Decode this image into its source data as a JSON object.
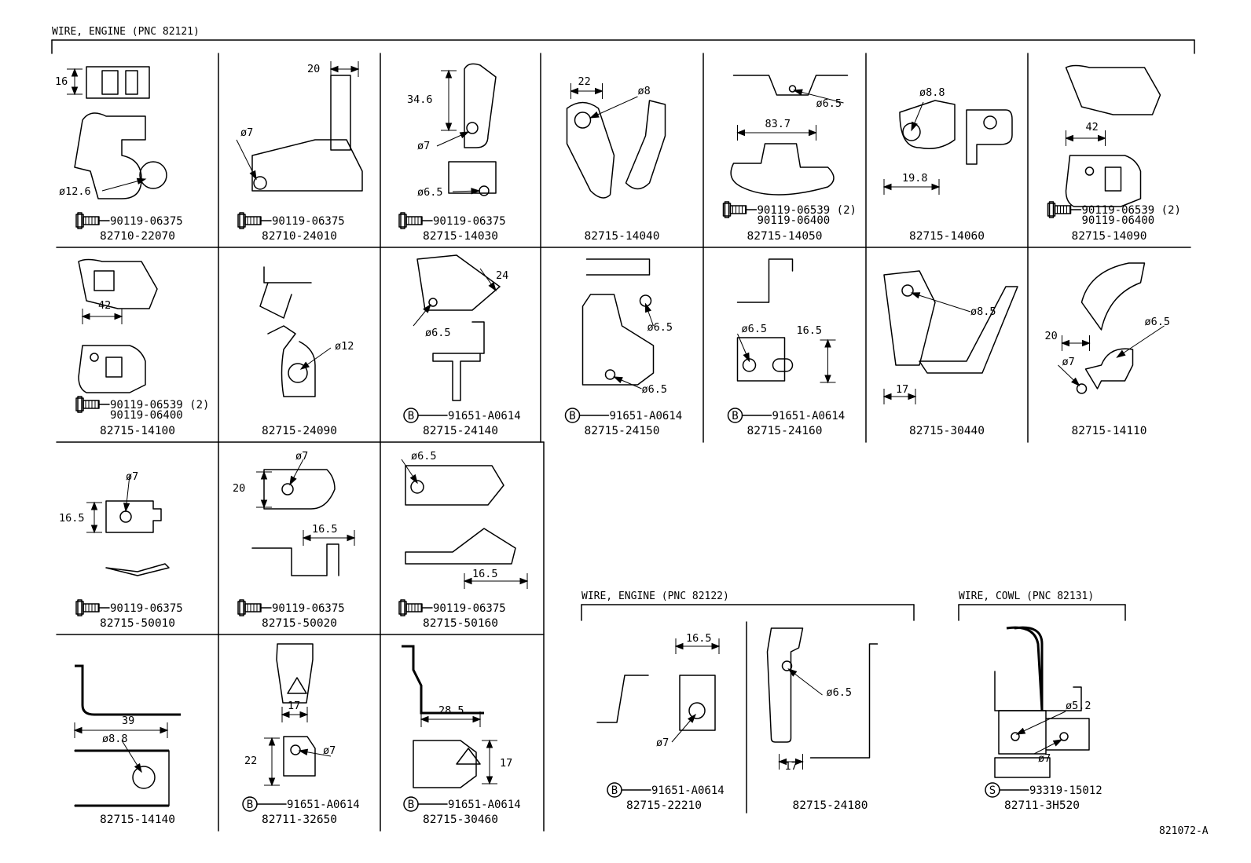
{
  "sections": [
    {
      "id": "s1",
      "title": "WIRE, ENGINE (PNC 82121)"
    },
    {
      "id": "s2",
      "title": "WIRE, ENGINE (PNC 82122)"
    },
    {
      "id": "s3",
      "title": "WIRE, COWL (PNC 82131)"
    }
  ],
  "figure_id": "821072-A",
  "cells": [
    {
      "part": "82710-22070",
      "fasteners": [
        {
          "icon": "bolt",
          "number": "90119-06375"
        }
      ],
      "dims": [
        "16",
        "ø12.6"
      ]
    },
    {
      "part": "82710-24010",
      "fasteners": [
        {
          "icon": "bolt",
          "number": "90119-06375"
        }
      ],
      "dims": [
        "20",
        "ø7"
      ]
    },
    {
      "part": "82715-14030",
      "fasteners": [
        {
          "icon": "bolt",
          "number": "90119-06375"
        }
      ],
      "dims": [
        "34.6",
        "ø7",
        "ø6.5"
      ]
    },
    {
      "part": "82715-14040",
      "fasteners": [],
      "dims": [
        "22",
        "ø8"
      ]
    },
    {
      "part": "82715-14050",
      "fasteners": [
        {
          "icon": "bolt",
          "number": "90119-06539 (2)"
        },
        {
          "icon": "",
          "number": "90119-06400"
        }
      ],
      "dims": [
        "ø6.5",
        "83.7"
      ]
    },
    {
      "part": "82715-14060",
      "fasteners": [],
      "dims": [
        "ø8.8",
        "19.8"
      ]
    },
    {
      "part": "82715-14090",
      "fasteners": [
        {
          "icon": "bolt",
          "number": "90119-06539 (2)"
        },
        {
          "icon": "",
          "number": "90119-06400"
        }
      ],
      "dims": [
        "42"
      ]
    },
    {
      "part": "82715-14100",
      "fasteners": [
        {
          "icon": "bolt",
          "number": "90119-06539 (2)"
        },
        {
          "icon": "",
          "number": "90119-06400"
        }
      ],
      "dims": [
        "42"
      ]
    },
    {
      "part": "82715-24090",
      "fasteners": [],
      "dims": [
        "ø12"
      ]
    },
    {
      "part": "82715-24140",
      "fasteners": [
        {
          "icon": "B",
          "number": "91651-A0614"
        }
      ],
      "dims": [
        "24",
        "ø6.5"
      ]
    },
    {
      "part": "82715-24150",
      "fasteners": [
        {
          "icon": "B",
          "number": "91651-A0614"
        }
      ],
      "dims": [
        "ø6.5",
        "ø6.5"
      ]
    },
    {
      "part": "82715-24160",
      "fasteners": [
        {
          "icon": "B",
          "number": "91651-A0614"
        }
      ],
      "dims": [
        "ø6.5",
        "16.5"
      ]
    },
    {
      "part": "82715-30440",
      "fasteners": [],
      "dims": [
        "ø8.5",
        "17"
      ]
    },
    {
      "part": "82715-14110",
      "fasteners": [],
      "dims": [
        "20",
        "ø6.5",
        "ø7"
      ]
    },
    {
      "part": "82715-50010",
      "fasteners": [
        {
          "icon": "bolt",
          "number": "90119-06375"
        }
      ],
      "dims": [
        "ø7",
        "16.5"
      ]
    },
    {
      "part": "82715-50020",
      "fasteners": [
        {
          "icon": "bolt",
          "number": "90119-06375"
        }
      ],
      "dims": [
        "ø7",
        "20",
        "16.5"
      ]
    },
    {
      "part": "82715-50160",
      "fasteners": [
        {
          "icon": "bolt",
          "number": "90119-06375"
        }
      ],
      "dims": [
        "ø6.5",
        "16.5"
      ]
    },
    {
      "part": "82715-14140",
      "fasteners": [],
      "dims": [
        "39",
        "ø8.8"
      ]
    },
    {
      "part": "82711-32650",
      "fasteners": [
        {
          "icon": "B",
          "number": "91651-A0614"
        }
      ],
      "dims": [
        "17",
        "22",
        "ø7"
      ]
    },
    {
      "part": "82715-30460",
      "fasteners": [
        {
          "icon": "B",
          "number": "91651-A0614"
        }
      ],
      "dims": [
        "28.5",
        "17"
      ]
    },
    {
      "part": "82715-22210",
      "fasteners": [
        {
          "icon": "B",
          "number": "91651-A0614"
        }
      ],
      "dims": [
        "16.5",
        "ø7"
      ]
    },
    {
      "part": "82715-24180",
      "fasteners": [],
      "dims": [
        "ø6.5",
        "17"
      ]
    },
    {
      "part": "82711-3H520",
      "fasteners": [
        {
          "icon": "S",
          "number": "93319-15012"
        }
      ],
      "dims": [
        "ø5.2",
        "ø7"
      ]
    }
  ]
}
